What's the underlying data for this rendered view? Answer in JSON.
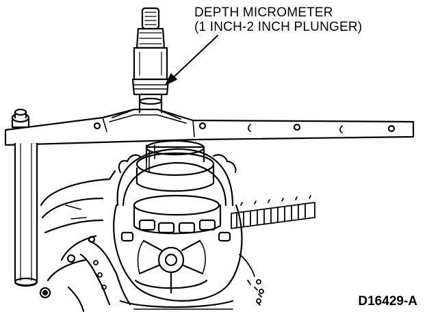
{
  "callout": {
    "line1": "DEPTH MICROMETER",
    "line2": "(1 INCH-2 INCH PLUNGER)"
  },
  "figure_id": "D16429-A",
  "colors": {
    "ink": "#000000",
    "paper": "#ffffff"
  }
}
